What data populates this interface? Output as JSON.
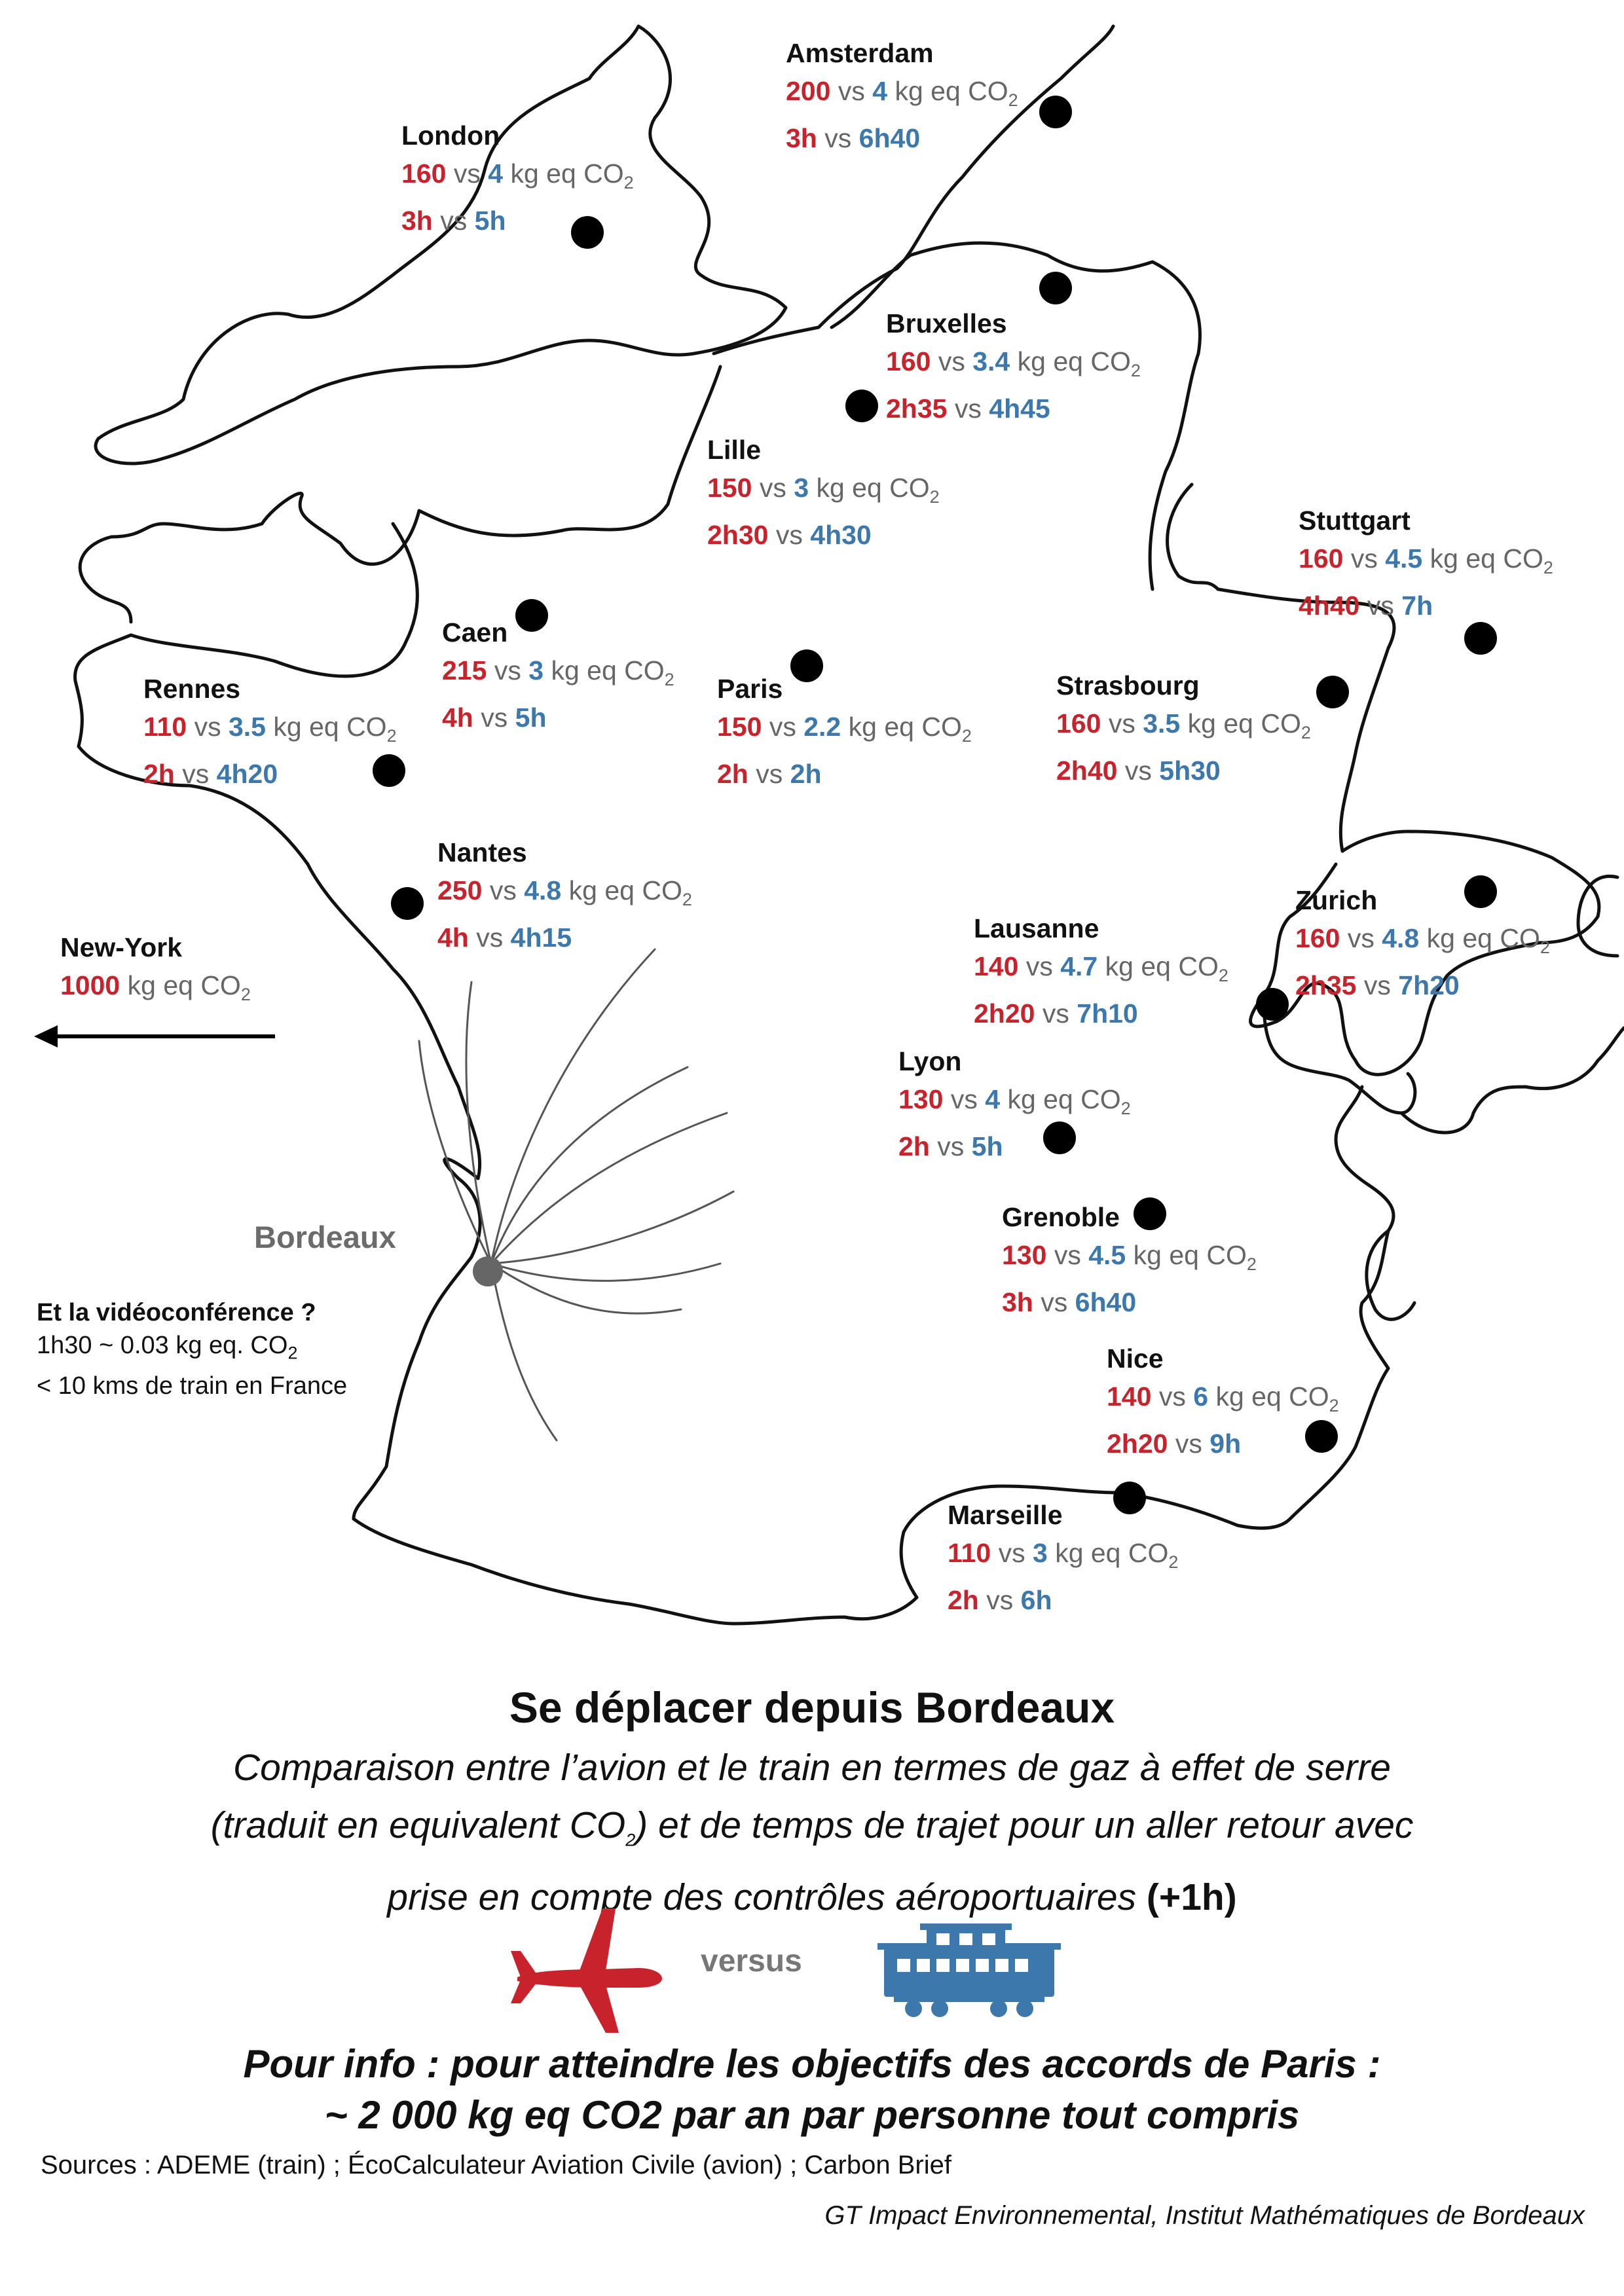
{
  "cities": [
    {
      "id": "amsterdam",
      "name": "Amsterdam",
      "plane_co2": "200",
      "train_co2": "4",
      "plane_time": "3h",
      "train_time": "6h40"
    },
    {
      "id": "london",
      "name": "London",
      "plane_co2": "160",
      "train_co2": "4",
      "plane_time": "3h",
      "train_time": "5h"
    },
    {
      "id": "bruxelles",
      "name": "Bruxelles",
      "plane_co2": "160",
      "train_co2": "3.4",
      "plane_time": "2h35",
      "train_time": "4h45"
    },
    {
      "id": "lille",
      "name": "Lille",
      "plane_co2": "150",
      "train_co2": "3",
      "plane_time": "2h30",
      "train_time": "4h30"
    },
    {
      "id": "stuttgart",
      "name": "Stuttgart",
      "plane_co2": "160",
      "train_co2": "4.5",
      "plane_time": "4h40",
      "train_time": "7h"
    },
    {
      "id": "caen",
      "name": "Caen",
      "plane_co2": "215",
      "train_co2": "3",
      "plane_time": "4h",
      "train_time": "5h"
    },
    {
      "id": "rennes",
      "name": "Rennes",
      "plane_co2": "110",
      "train_co2": "3.5",
      "plane_time": "2h",
      "train_time": "4h20"
    },
    {
      "id": "paris",
      "name": "Paris",
      "plane_co2": "150",
      "train_co2": "2.2",
      "plane_time": "2h",
      "train_time": "2h"
    },
    {
      "id": "strasbourg",
      "name": "Strasbourg",
      "plane_co2": "160",
      "train_co2": "3.5",
      "plane_time": "2h40",
      "train_time": "5h30"
    },
    {
      "id": "nantes",
      "name": "Nantes",
      "plane_co2": "250",
      "train_co2": "4.8",
      "plane_time": "4h",
      "train_time": "4h15"
    },
    {
      "id": "zurich",
      "name": "Zurich",
      "plane_co2": "160",
      "train_co2": "4.8",
      "plane_time": "2h35",
      "train_time": "7h20"
    },
    {
      "id": "lausanne",
      "name": "Lausanne",
      "plane_co2": "140",
      "train_co2": "4.7",
      "plane_time": "2h20",
      "train_time": "7h10"
    },
    {
      "id": "lyon",
      "name": "Lyon",
      "plane_co2": "130",
      "train_co2": "4",
      "plane_time": "2h",
      "train_time": "5h"
    },
    {
      "id": "grenoble",
      "name": "Grenoble",
      "plane_co2": "130",
      "train_co2": "4.5",
      "plane_time": "3h",
      "train_time": "6h40"
    },
    {
      "id": "nice",
      "name": "Nice",
      "plane_co2": "140",
      "train_co2": "6",
      "plane_time": "2h20",
      "train_time": "9h"
    },
    {
      "id": "marseille",
      "name": "Marseille",
      "plane_co2": "110",
      "train_co2": "3",
      "plane_time": "2h",
      "train_time": "6h"
    }
  ],
  "labels": {
    "vs": "vs",
    "unit": "kg eq CO",
    "co2_sub": "2"
  },
  "new_york": {
    "name": "New-York",
    "plane_co2": "1000",
    "unit": "kg eq CO",
    "sub": "2"
  },
  "origin": {
    "name": "Bordeaux"
  },
  "visio": {
    "title": "Et la vidéoconférence ?",
    "line1_a": "1h30  ~  0.03 kg eq. CO",
    "line1_sub": "2",
    "line2": "< 10 kms de train en France"
  },
  "title": "Se déplacer depuis Bordeaux",
  "description": {
    "line1": "Comparaison entre l’avion et le train en termes de gaz à effet de serre",
    "line2_a": "(traduit en equivalent CO",
    "line2_sub": "2",
    "line2_b": ") et de temps de trajet pour un aller retour avec",
    "line3": "prise en compte des contrôles aéroportuaires",
    "line3_bold": "(+1h)"
  },
  "versus": "versus",
  "info": {
    "line1": "Pour info : pour atteindre les objectifs des accords de Paris :",
    "line2": "~ 2 000 kg eq CO2 par an par personne tout compris"
  },
  "sources": "Sources :  ADEME (train) ;  ÉcoCalculateur Aviation Civile (avion) ; Carbon Brief",
  "credit": "GT Impact Environnemental, Institut Mathématiques de Bordeaux",
  "colors": {
    "plane": "#c8232c",
    "train": "#3d78ac",
    "text": "#666666",
    "origin": "#6b6b6b"
  },
  "icons": {
    "plane": "airplane-icon",
    "train": "train-wagon-icon"
  }
}
